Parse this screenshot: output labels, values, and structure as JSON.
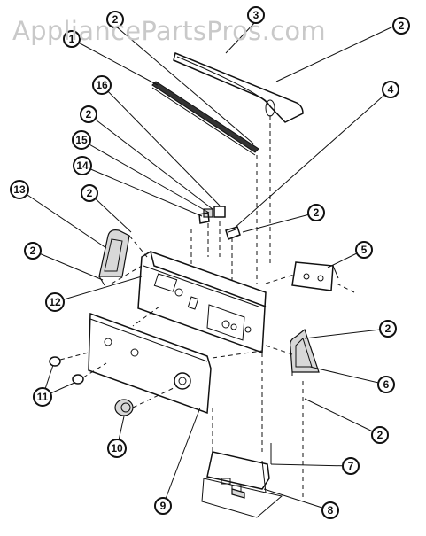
{
  "watermark": "AppliancePartsPros.com",
  "callouts": [
    {
      "id": "c3",
      "label": "3"
    },
    {
      "id": "c2a",
      "label": "2"
    },
    {
      "id": "c2b",
      "label": "2"
    },
    {
      "id": "c1",
      "label": "1"
    },
    {
      "id": "c16",
      "label": "16"
    },
    {
      "id": "c4",
      "label": "4"
    },
    {
      "id": "c2c",
      "label": "2"
    },
    {
      "id": "c15",
      "label": "15"
    },
    {
      "id": "c14",
      "label": "14"
    },
    {
      "id": "c13",
      "label": "13"
    },
    {
      "id": "c2d",
      "label": "2"
    },
    {
      "id": "c2e",
      "label": "2"
    },
    {
      "id": "c5",
      "label": "5"
    },
    {
      "id": "c2f",
      "label": "2"
    },
    {
      "id": "c12",
      "label": "12"
    },
    {
      "id": "c2g",
      "label": "2"
    },
    {
      "id": "c6",
      "label": "6"
    },
    {
      "id": "c11",
      "label": "11"
    },
    {
      "id": "c2h",
      "label": "2"
    },
    {
      "id": "c10",
      "label": "10"
    },
    {
      "id": "c7",
      "label": "7"
    },
    {
      "id": "c9",
      "label": "9"
    },
    {
      "id": "c8",
      "label": "8"
    }
  ]
}
